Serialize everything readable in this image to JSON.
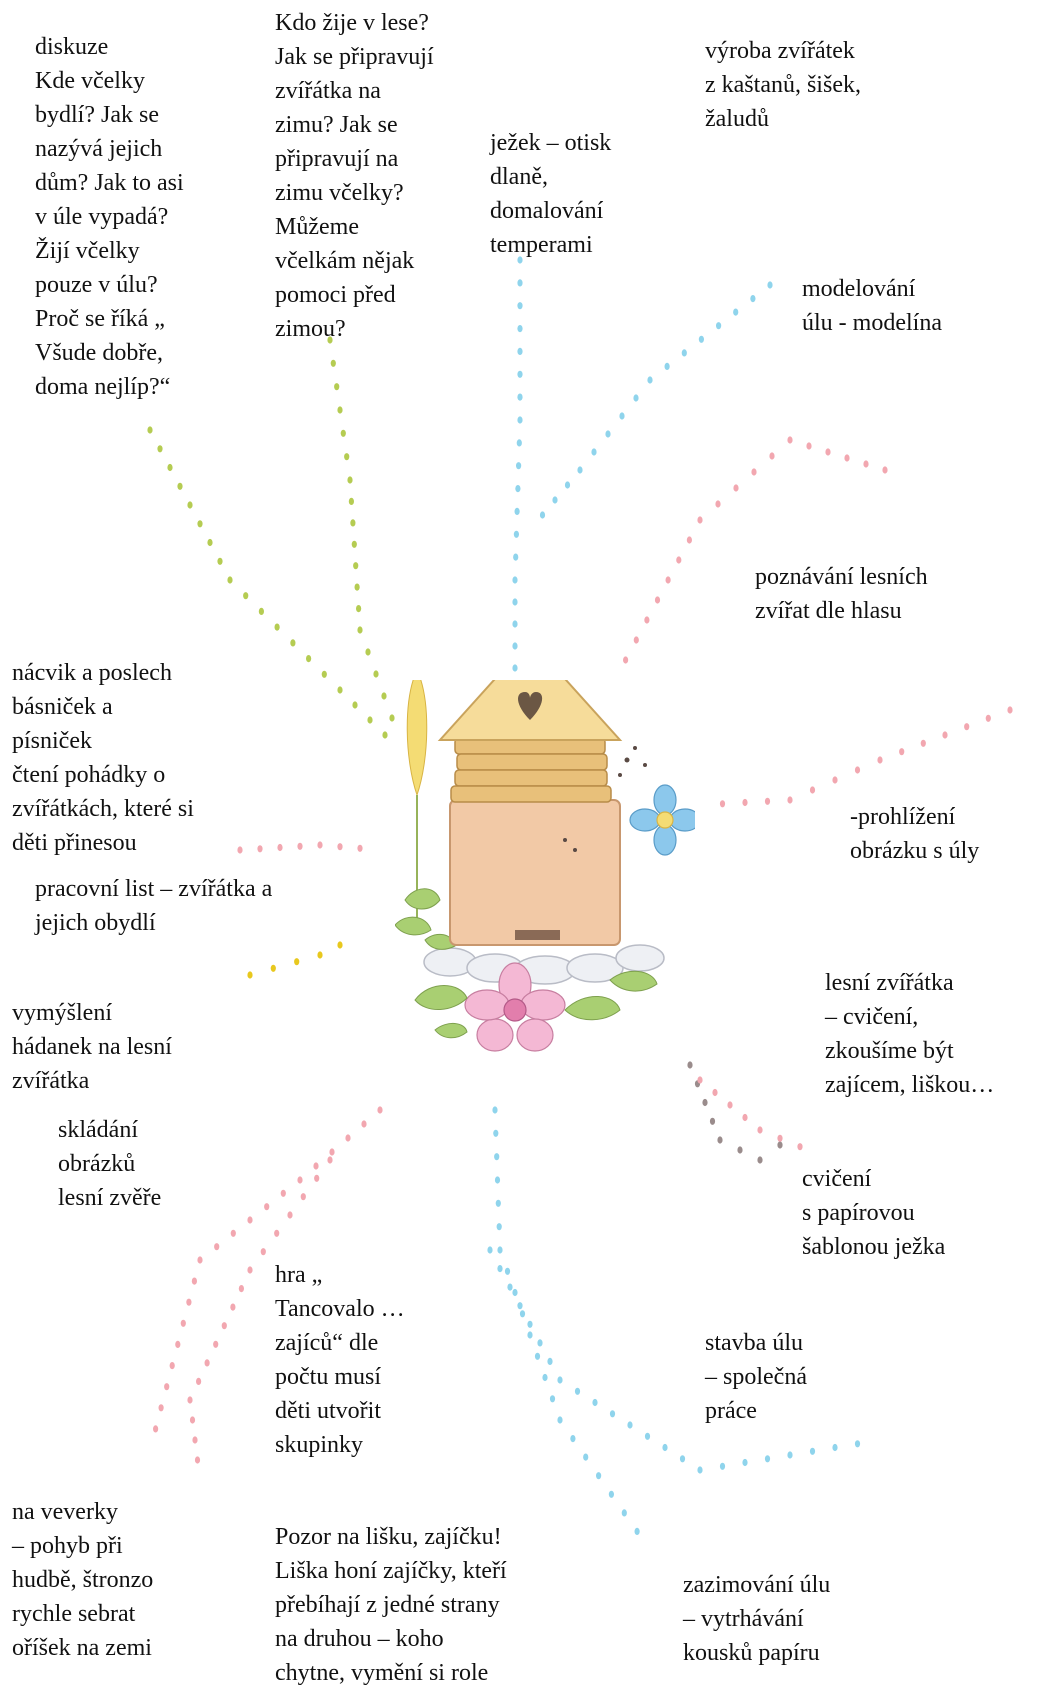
{
  "notes": {
    "diskuze": "diskuze\nKde včelky\nbydlí? Jak se\nnazývá jejich\ndům? Jak to asi\nv úle vypadá?\nŽijí včelky\npouze v úlu?\nProč se říká „\nVšude dobře,\ndoma nejlíp?“",
    "kdo_zije": "Kdo žije v lese?\nJak se připravují\nzvířátka na\nzimu? Jak se\npřipravují na\nzimu včelky?\nMůžeme\nvčelkám nějak\npomoci před\nzimou?",
    "jezek_otisk": "ježek – otisk\ndlaně,\ndomalování\ntemperami",
    "vyroba": "výroba zvířátek\nz kaštanů, šišek,\nžaludů",
    "modelovani": "modelování\núlu - modelína",
    "poznavani": "poznávání lesních\nzvířat dle hlasu",
    "nacvik": "nácvik a poslech\nbásniček a\npísniček\n čtení pohádky o\nzvířátkách, které si\nděti přinesou",
    "prohlizeni": "-prohlížení\nobrázku s úly",
    "pracovni_list": "pracovní list – zvířátka a\njejich obydlí",
    "lesni_zviratka": " lesní zvířátka\n– cvičení,\nzkoušíme být\nzajícem, liškou…",
    "vymysleni": "vymýšlení\nhádanek na lesní\nzvířátka",
    "skladani": "skládání\nobrázků\nlesní zvěře",
    "cviceni_sablona": "cvičení\ns papírovou\nšablonou ježka",
    "hra_tancovalo": "hra „\nTancovalo …\nzajíců“ dle\npočtu musí\nděti utvořit\nskupinky",
    "stavba": "stavba úlu\n – společná\npráce",
    "na_veverky": "na veverky\n– pohyb při\nhudbě, štronzo\nrychle sebrat\noříšek na zemi",
    "pozor_na_lisku": "Pozor na lišku, zajíčku!\nLiška honí zajíčky, kteří\npřebíhají z jedné strany\nna druhou – koho\nchytne, vymění si role",
    "zazimovani": "zazimování úlu\n– vytrhávání\nkousků papíru"
  },
  "colors": {
    "green_dots": "#b5cc52",
    "blue_dots": "#8fd4ec",
    "pink_dots": "#f2a7b0",
    "yellow_dots": "#e8c81e",
    "grey_dots": "#9a8c8c",
    "hive_roof": "#f6dc9a",
    "hive_body": "#f2c9a6",
    "hive_rings": "#e2ba72",
    "flower_pink": "#f4b8d4",
    "flower_blue": "#8cc8ec",
    "leaf_green": "#a9cf72"
  }
}
